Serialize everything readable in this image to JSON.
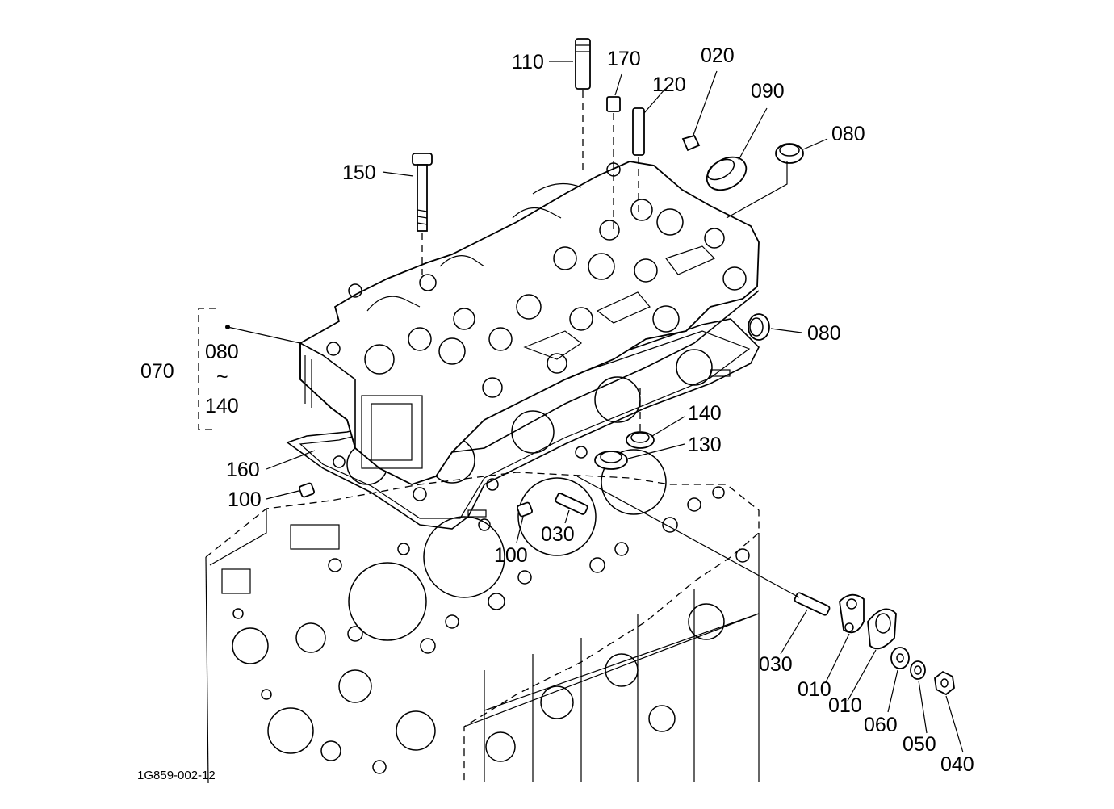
{
  "diagram": {
    "drawing_code": "1G859-002-12",
    "callouts": {
      "p110": "110",
      "p170": "170",
      "p120": "120",
      "p020": "020",
      "p090": "090",
      "p080a": "080",
      "p150": "150",
      "p080b": "080",
      "p070": "070",
      "p070_range_start": "080",
      "p070_range_sep": "~",
      "p070_range_end": "140",
      "p140": "140",
      "p130": "130",
      "p160": "160",
      "p100a": "100",
      "p030a": "030",
      "p100b": "100",
      "p030b": "030",
      "p010a": "010",
      "p010b": "010",
      "p060": "060",
      "p050": "050",
      "p040": "040"
    }
  }
}
